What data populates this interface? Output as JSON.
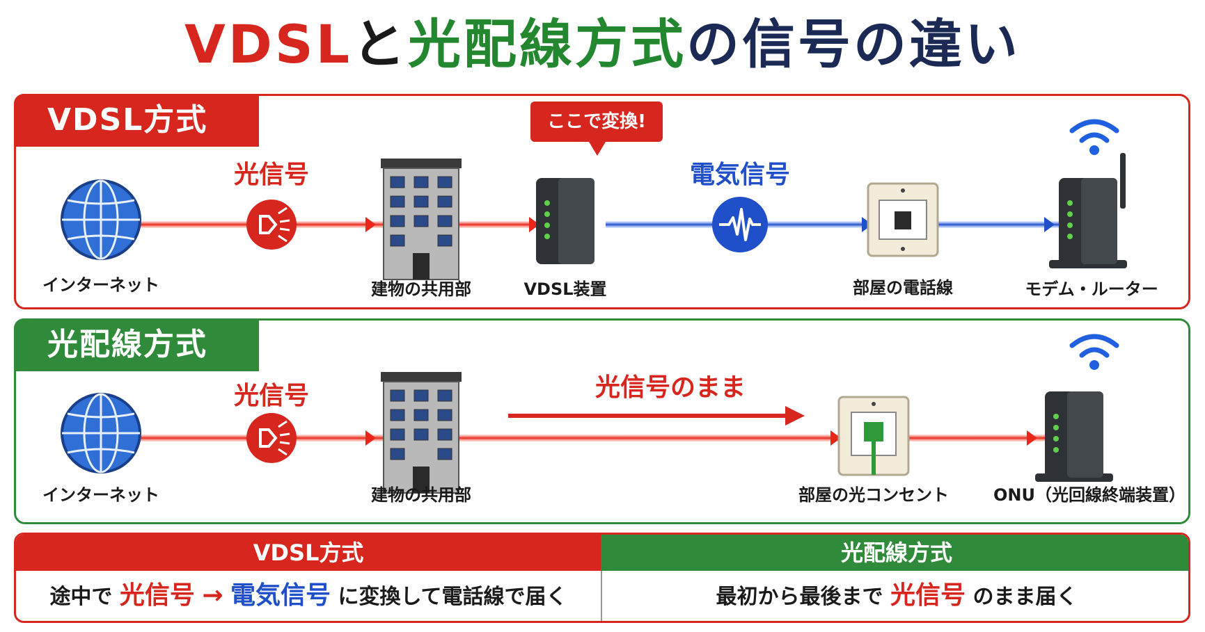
{
  "title": {
    "part1": "VDSL",
    "part2": "と",
    "part3": "光配線方式",
    "part4": "の信号の違い"
  },
  "vdsl": {
    "tab_label": "VDSL方式",
    "callout": "ここで変換!",
    "signal_optical": "光信号",
    "signal_electric": "電気信号",
    "nodes": [
      "インターネット",
      "建物の共用部",
      "VDSL装置",
      "部屋の電話線",
      "モデム・ルーター"
    ]
  },
  "fiber": {
    "tab_label": "光配線方式",
    "signal_optical": "光信号",
    "signal_through": "光信号のまま",
    "nodes": [
      "インターネット",
      "建物の共用部",
      "部屋の光コンセント",
      "ONU（光回線終端装置）"
    ]
  },
  "summary": {
    "left_header": "VDSL方式",
    "right_header": "光配線方式",
    "left_pre": "途中で",
    "left_optical": "光信号",
    "left_arrow": "→",
    "left_electric": "電気信号",
    "left_post": "に変換して電話線で届く",
    "right_pre": "最初から最後まで",
    "right_optical": "光信号",
    "right_post": "のまま届く"
  },
  "colors": {
    "red": "#d7261e",
    "green": "#2f8a3a",
    "blue": "#1f4fc9",
    "navy": "#1a2a55"
  },
  "icons": [
    "globe-icon",
    "light-signal-icon",
    "building-icon",
    "vdsl-device-icon",
    "electric-wave-icon",
    "phone-jack-icon",
    "router-icon",
    "wifi-icon",
    "optical-outlet-icon",
    "onu-icon"
  ]
}
